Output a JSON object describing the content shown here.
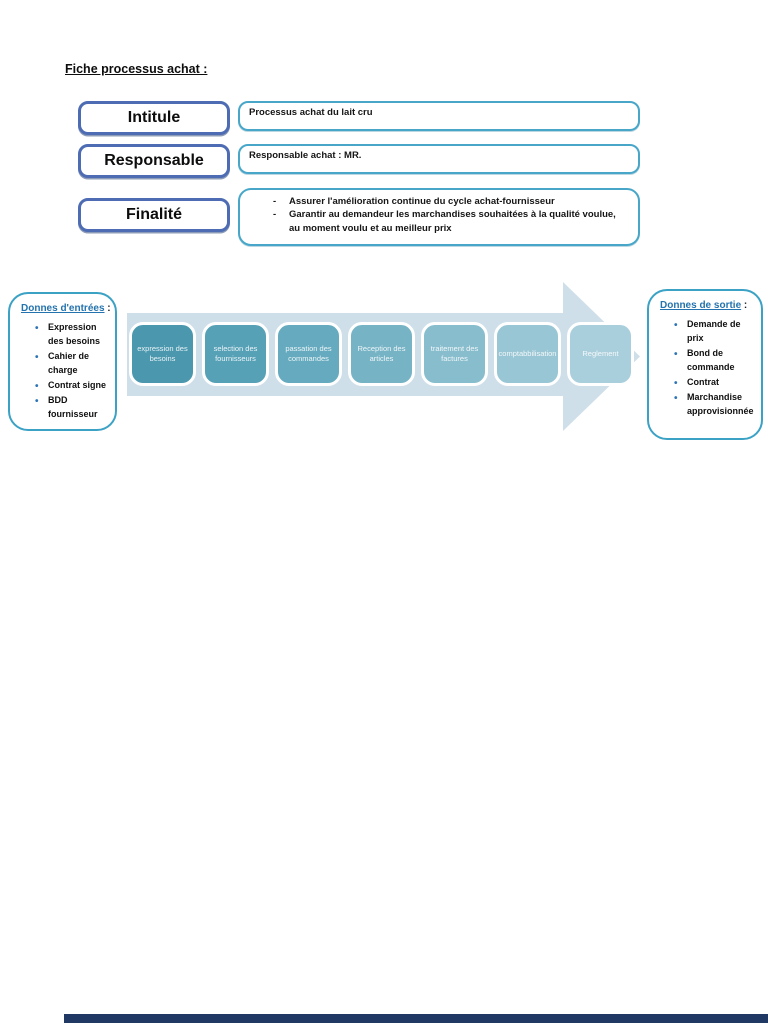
{
  "page": {
    "title": "Fiche processus achat :"
  },
  "rows": [
    {
      "label": "Intitule",
      "value": "Processus achat du lait cru"
    },
    {
      "label": "Responsable",
      "value": "Responsable achat : MR."
    },
    {
      "label": "Finalité",
      "bullets": [
        "Assurer l'amélioration continue du cycle achat-fournisseur",
        "Garantir au demandeur les marchandises souhaitées à la qualité voulue, au moment voulu et au meilleur prix"
      ]
    }
  ],
  "diagram": {
    "inputs": {
      "title": "Donnes d'entrées",
      "colon": ":",
      "items": [
        "Expression des besoins",
        "Cahier de charge",
        "Contrat signe",
        "BDD fournisseur"
      ]
    },
    "steps": [
      {
        "label": "expression des besoins",
        "color": "#4a97ae"
      },
      {
        "label": "selection des fournisseurs",
        "color": "#57a1b7"
      },
      {
        "label": "passation des commandes",
        "color": "#65aabe"
      },
      {
        "label": "Reception des articles",
        "color": "#76b3c5"
      },
      {
        "label": "traitement des factures",
        "color": "#88bdcd"
      },
      {
        "label": "comptabbilisation",
        "color": "#99c6d4"
      },
      {
        "label": "Reglement",
        "color": "#aacfdc"
      }
    ],
    "outputs": {
      "title": "Donnes de sortie",
      "colon": ":",
      "items": [
        "Demande de prix",
        "Bond de commande",
        "Contrat",
        "Marchandise approvisionnée"
      ]
    }
  },
  "colors": {
    "label_box_border": "#4d6cb3",
    "content_box_border": "#48a7c9",
    "side_box_border": "#3ba2c5",
    "arrow_fill": "#cfdfea",
    "accent_blue_text": "#2473ae",
    "bullet_blue": "#2e75b5",
    "footer_bar": "#1f3864"
  }
}
